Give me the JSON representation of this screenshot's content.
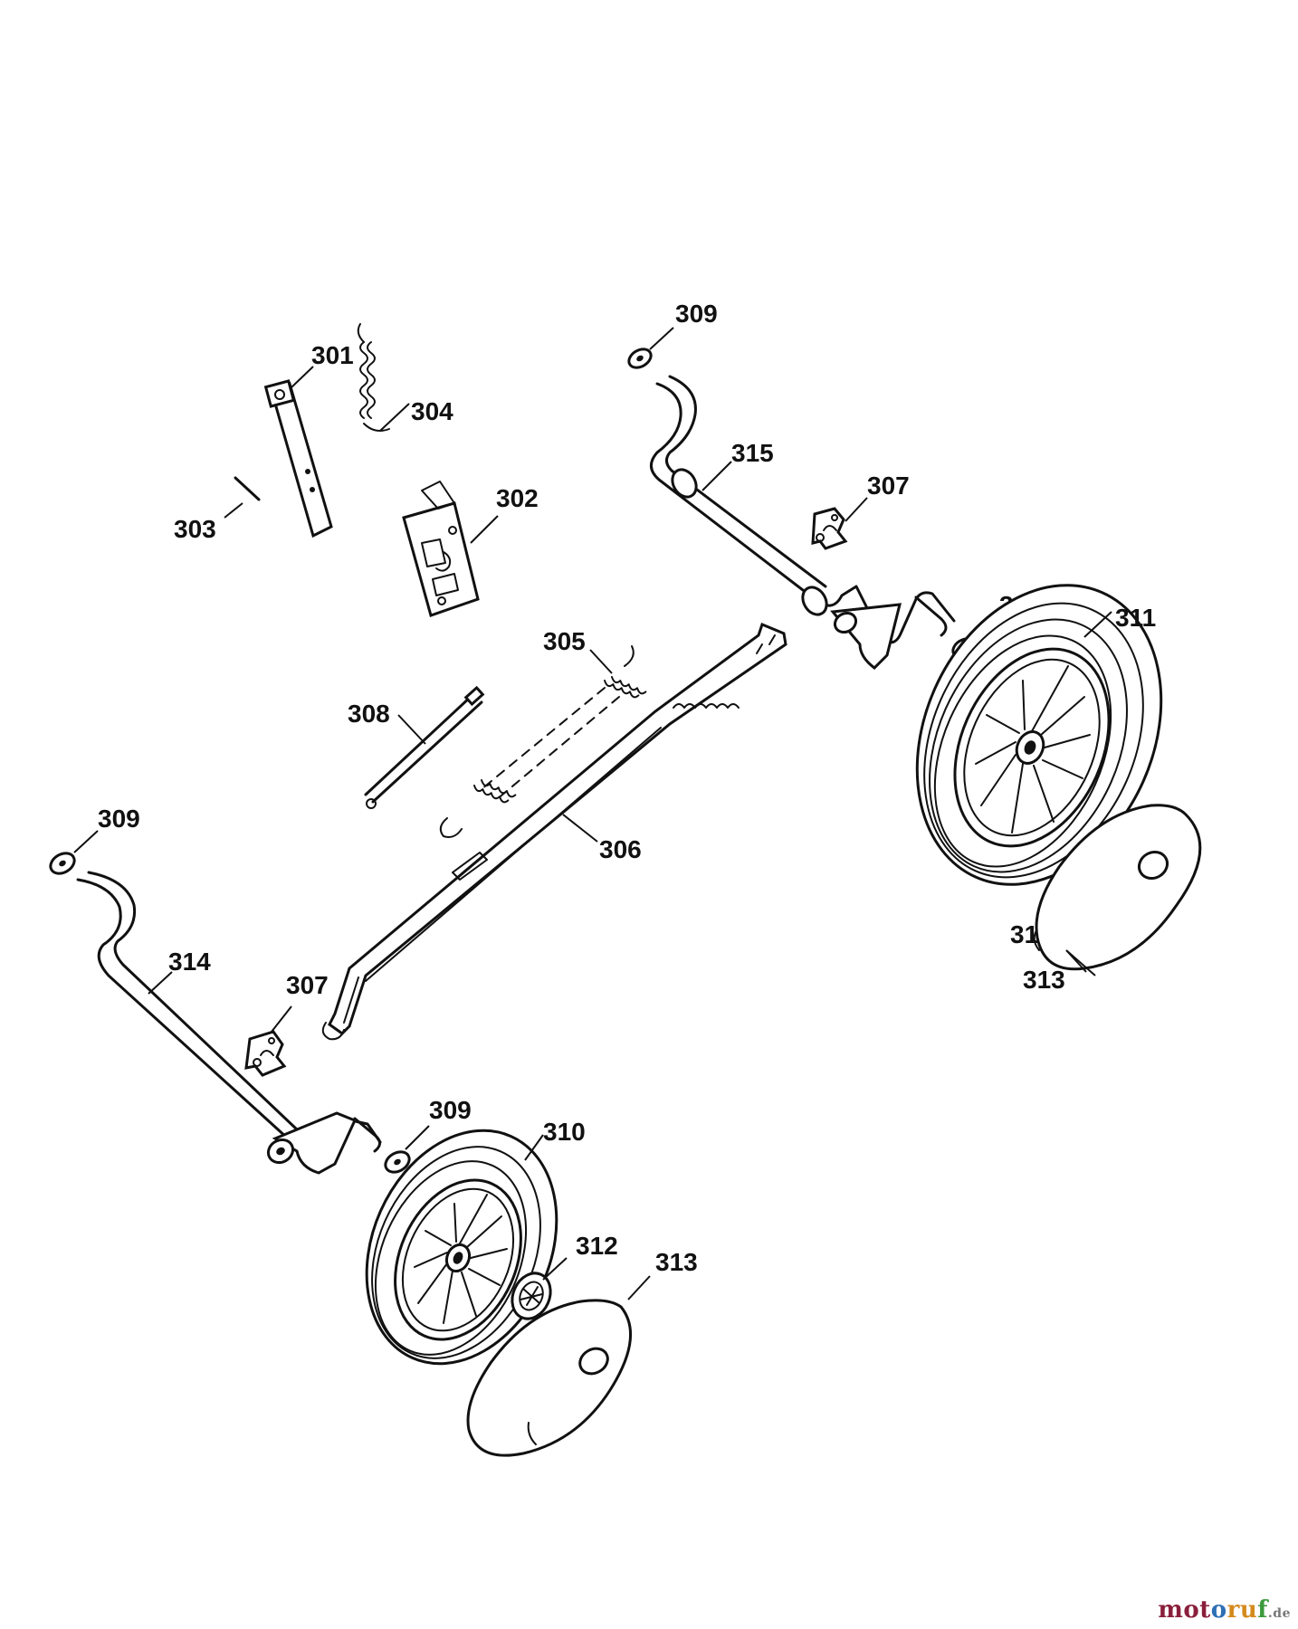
{
  "labels": {
    "l301": "301",
    "l302": "302",
    "l303": "303",
    "l304": "304",
    "l305": "305",
    "l306": "306",
    "l307a": "307",
    "l307b": "307",
    "l308": "308",
    "l309a": "309",
    "l309b": "309",
    "l309c": "309",
    "l309d": "309",
    "l310": "310",
    "l311": "311",
    "l312a": "312",
    "l312b": "312",
    "l313a": "313",
    "l313b": "313",
    "l314": "314",
    "l315": "315"
  },
  "watermark": {
    "part1": "mot",
    "part2": "o",
    "part3": "ru",
    "part4": "f",
    "part5": ".de"
  },
  "colors": {
    "ink": "#111111",
    "background": "#ffffff"
  }
}
